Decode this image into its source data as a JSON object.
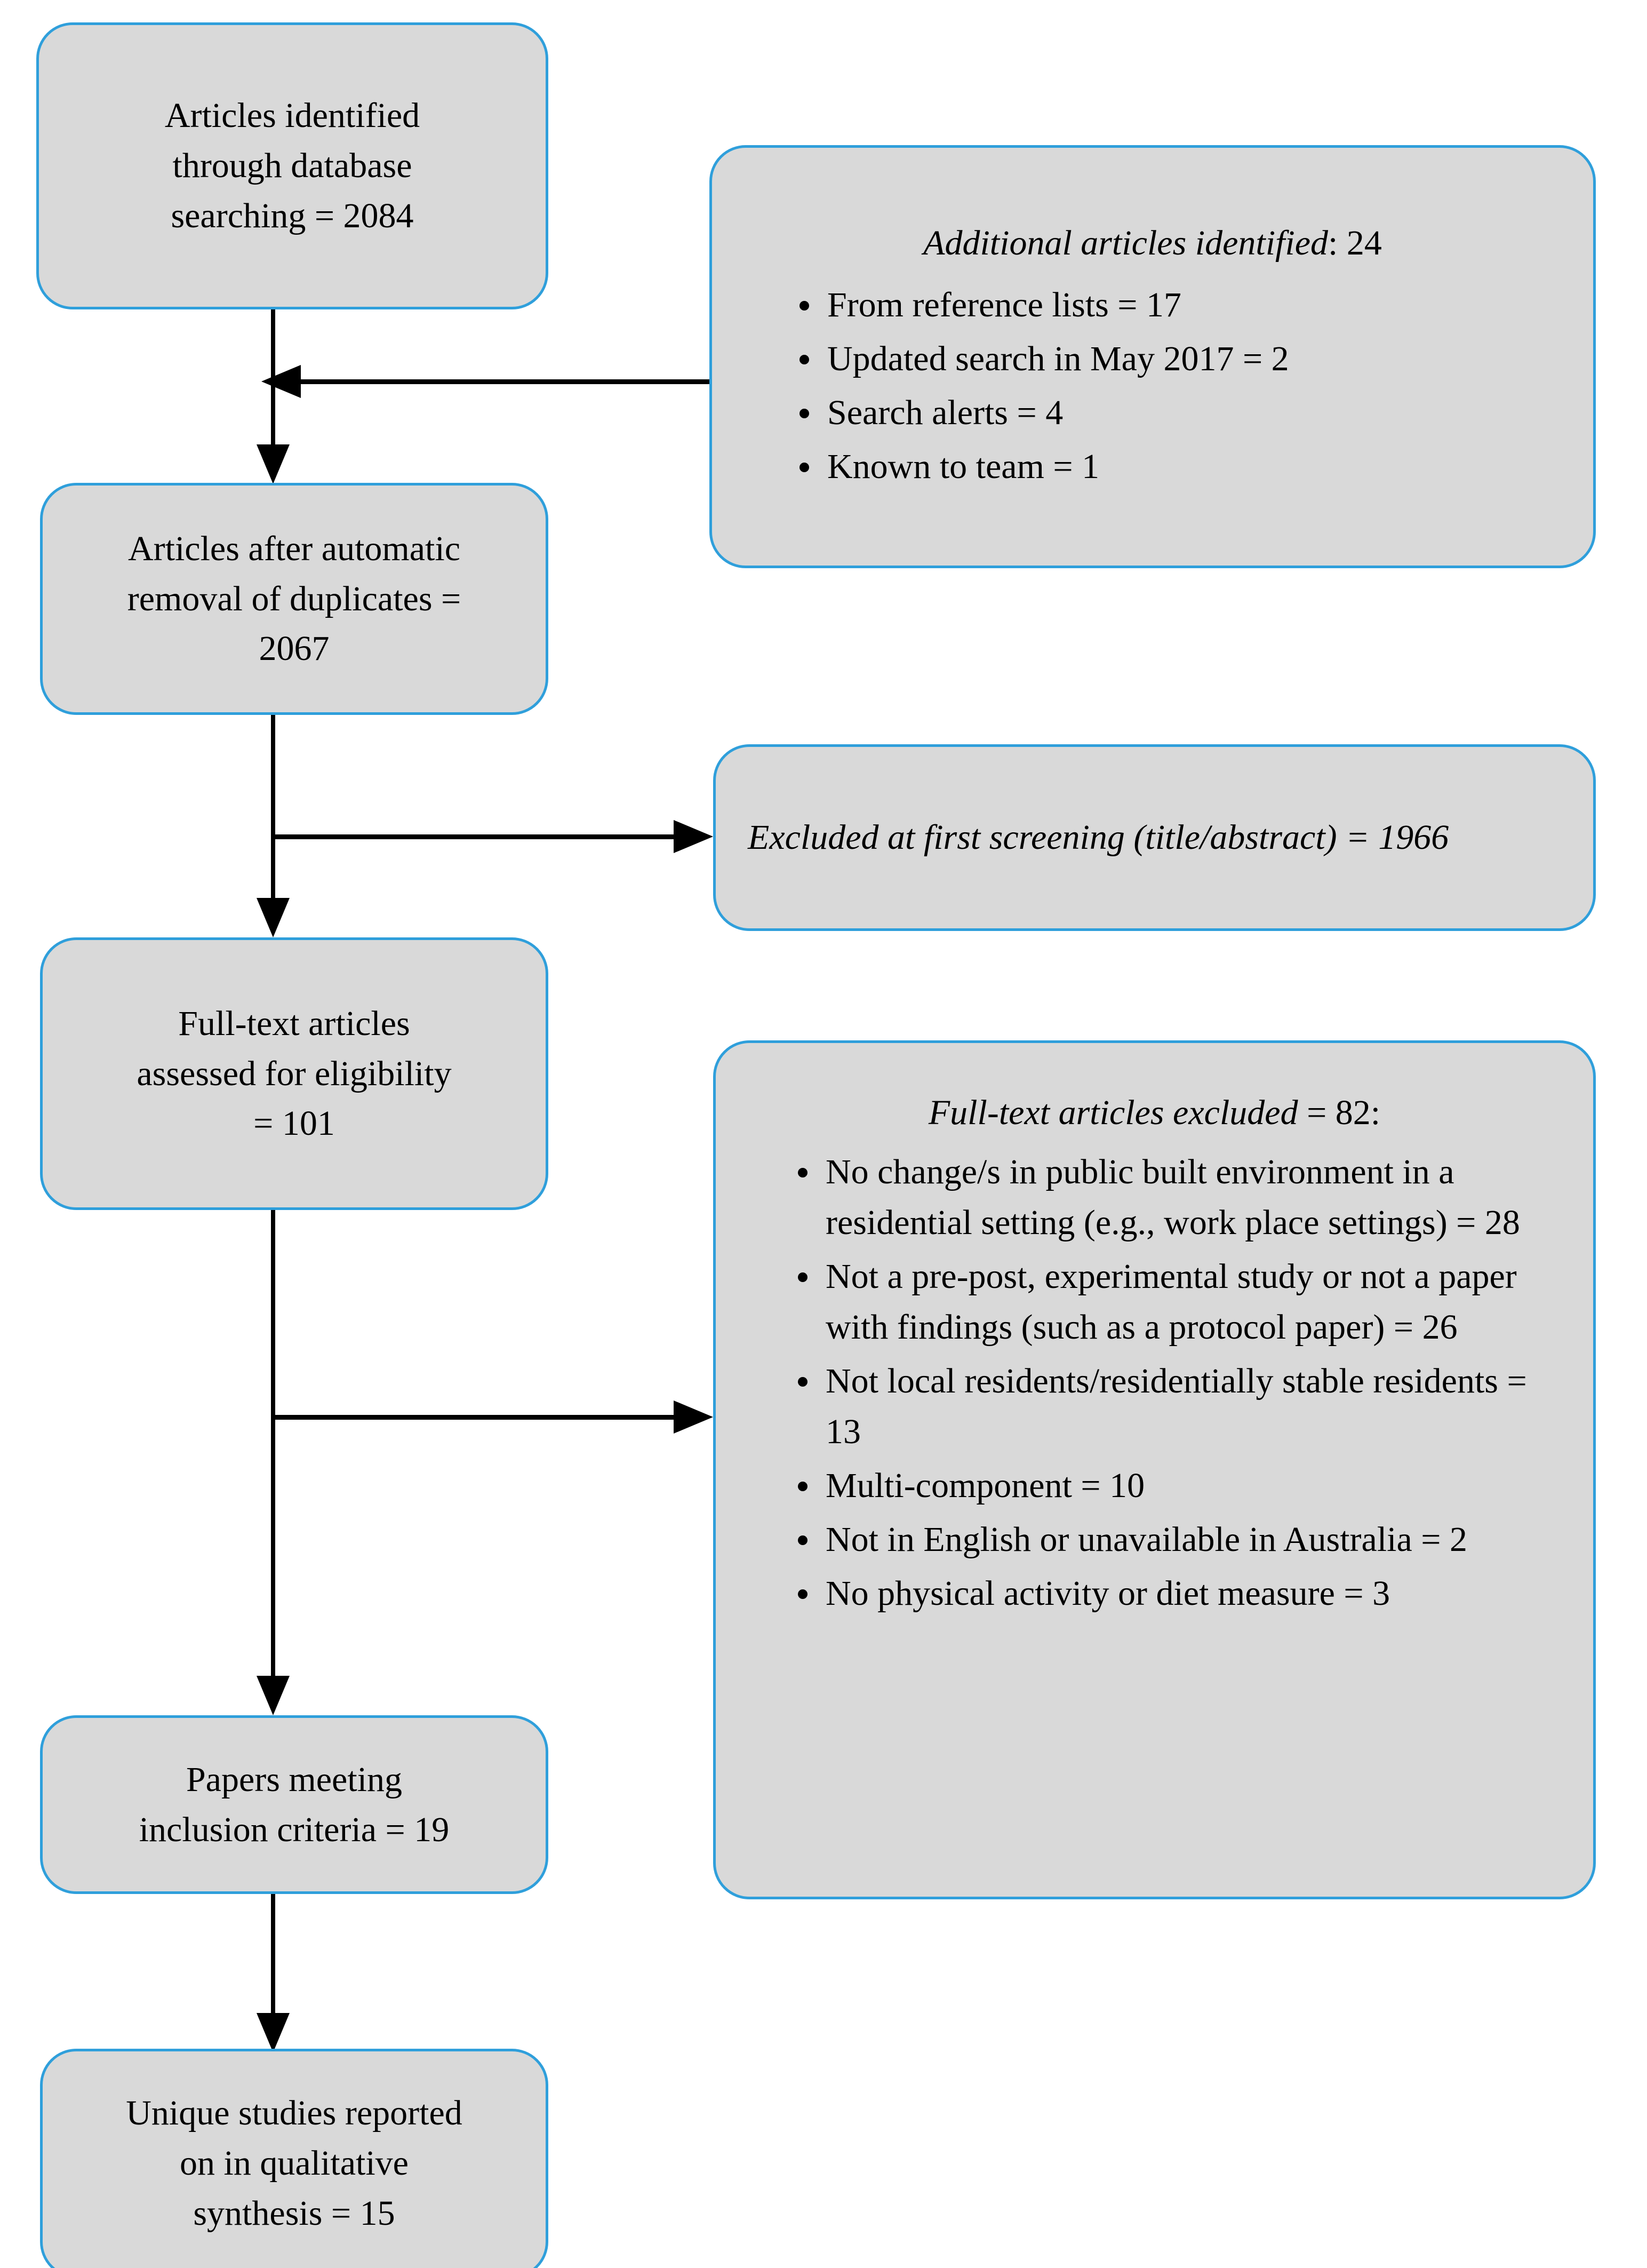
{
  "diagram": {
    "type": "prisma-flow-diagram",
    "accent_color": "#2f9fdb",
    "node_fill_color": "#d9d9d9",
    "connector_color": "#000000",
    "nodes": {
      "identified": {
        "line1": "Articles identified",
        "line2": "through database",
        "line3": "searching = 2084",
        "value": 2084
      },
      "additional": {
        "heading_italic": "Additional articles identified",
        "heading_rest": ": 24",
        "value": 24,
        "bullets": [
          "From reference lists = 17",
          "Updated search in May 2017 = 2",
          "Search alerts = 4",
          "Known to team = 1"
        ]
      },
      "after_dedup": {
        "line1": "Articles after automatic",
        "line2": "removal of duplicates =",
        "line3": "2067",
        "value": 2067
      },
      "excluded_first_screening": {
        "text": "Excluded at first screening (title/abstract) = 1966",
        "value": 1966
      },
      "fulltext_assessed": {
        "line1": "Full-text articles",
        "line2": "assessed for eligibility",
        "line3": "= 101",
        "value": 101
      },
      "fulltext_excluded": {
        "heading_italic": "Full-text articles excluded",
        "heading_rest": " = 82:",
        "value": 82,
        "bullets": [
          "No change/s in public built environment in a residential setting (e.g., work place settings) = 28",
          "Not a pre-post, experimental study or not a paper with findings (such as a protocol paper) = 26",
          "Not local residents/residentially stable residents = 13",
          "Multi-component = 10",
          "Not in English or unavailable in Australia = 2",
          "No physical activity or diet measure = 3"
        ]
      },
      "papers_included": {
        "line1": "Papers meeting",
        "line2": "inclusion criteria = 19",
        "value": 19
      },
      "unique_studies": {
        "line1": "Unique studies reported",
        "line2": "on in qualitative",
        "line3": "synthesis = 15",
        "value": 15
      }
    }
  }
}
